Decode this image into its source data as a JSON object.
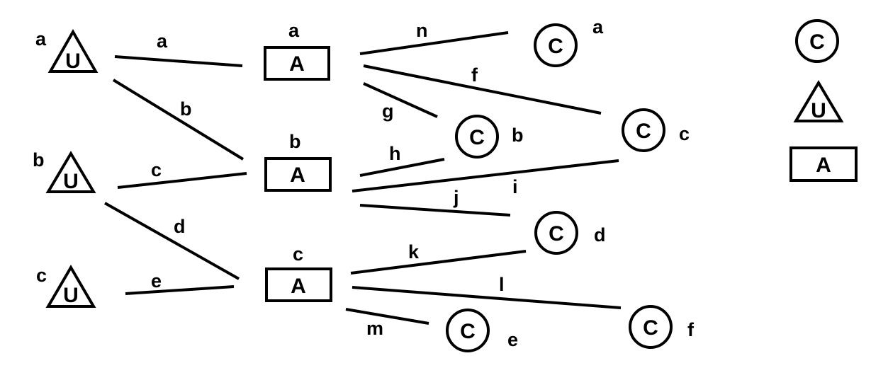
{
  "diagram": {
    "colors": {
      "ink": "#000000",
      "background": "#ffffff"
    },
    "u_nodes": [
      {
        "id": "Ua",
        "symbol": "U",
        "label": "a"
      },
      {
        "id": "Ub",
        "symbol": "U",
        "label": "b"
      },
      {
        "id": "Uc",
        "symbol": "U",
        "label": "c"
      }
    ],
    "a_nodes": [
      {
        "id": "Aa",
        "symbol": "A",
        "label": "a"
      },
      {
        "id": "Ab",
        "symbol": "A",
        "label": "b"
      },
      {
        "id": "Ac",
        "symbol": "A",
        "label": "c"
      }
    ],
    "c_nodes": [
      {
        "id": "Ca",
        "symbol": "C",
        "label": "a"
      },
      {
        "id": "Cb",
        "symbol": "C",
        "label": "b"
      },
      {
        "id": "Cc",
        "symbol": "C",
        "label": "c"
      },
      {
        "id": "Cd",
        "symbol": "C",
        "label": "d"
      },
      {
        "id": "Ce",
        "symbol": "C",
        "label": "e"
      },
      {
        "id": "Cf",
        "symbol": "C",
        "label": "f"
      }
    ],
    "edges": [
      {
        "label": "a",
        "from": "Ua",
        "to": "Aa"
      },
      {
        "label": "b",
        "from": "Ua",
        "to": "Ab"
      },
      {
        "label": "c",
        "from": "Ub",
        "to": "Ab"
      },
      {
        "label": "d",
        "from": "Ub",
        "to": "Ac"
      },
      {
        "label": "e",
        "from": "Uc",
        "to": "Ac"
      },
      {
        "label": "n",
        "from": "Aa",
        "to": "Ca"
      },
      {
        "label": "f",
        "from": "Aa",
        "to": "Cc"
      },
      {
        "label": "g",
        "from": "Aa",
        "to": "Cb"
      },
      {
        "label": "h",
        "from": "Ab",
        "to": "Cb"
      },
      {
        "label": "i",
        "from": "Ab",
        "to": "Cc"
      },
      {
        "label": "j",
        "from": "Ab",
        "to": "Cd"
      },
      {
        "label": "k",
        "from": "Ac",
        "to": "Cd"
      },
      {
        "label": "l",
        "from": "Ac",
        "to": "Cf"
      },
      {
        "label": "m",
        "from": "Ac",
        "to": "Ce"
      }
    ],
    "legend": [
      {
        "shape": "circle",
        "symbol": "C"
      },
      {
        "shape": "triangle",
        "symbol": "U"
      },
      {
        "shape": "rectangle",
        "symbol": "A"
      }
    ]
  }
}
